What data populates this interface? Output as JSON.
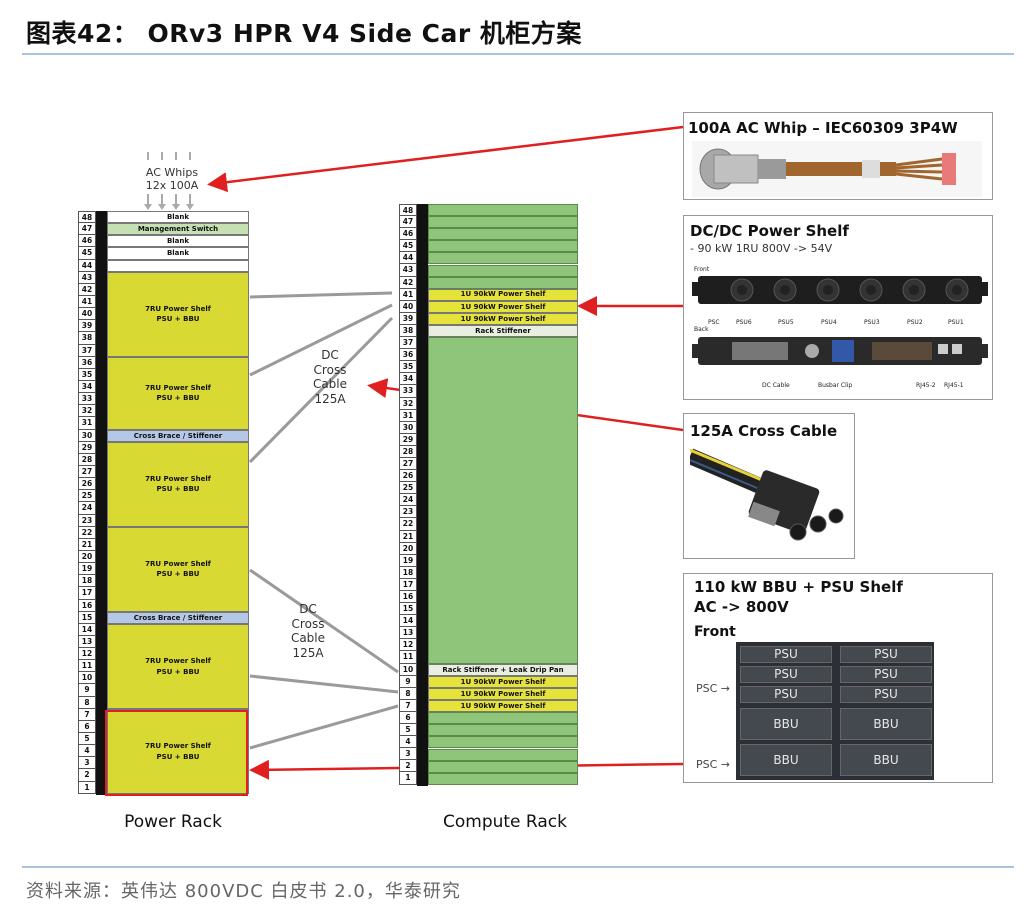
{
  "figure_title": "图表42：  ORv3 HPR V4 Side Car 机柜方案",
  "source": "资料来源：英伟达 800VDC 白皮书 2.0，华泰研究",
  "ac_whips": {
    "line1": "AC Whips",
    "line2": "12x 100A"
  },
  "power_rack": {
    "label": "Power Rack",
    "slots": [
      {
        "text": "Blank"
      },
      {
        "text": "Management Switch"
      },
      {
        "text": "Blank"
      },
      {
        "text": "Blank"
      },
      {
        "text": "7RU Power Shelf\nPSU + BBU"
      },
      {
        "text": "7RU Power Shelf\nPSU + BBU"
      },
      {
        "text": "Cross Brace / Stiffener"
      },
      {
        "text": "7RU Power Shelf\nPSU + BBU"
      },
      {
        "text": "7RU Power Shelf\nPSU + BBU"
      },
      {
        "text": "Cross Brace / Stiffener"
      },
      {
        "text": "7RU Power Shelf\nPSU + BBU"
      },
      {
        "text": "7RU Power Shelf\nPSU + BBU"
      }
    ]
  },
  "compute_rack": {
    "label": "Compute Rack",
    "slots": [
      {
        "text": "1U 90kW Power Shelf"
      },
      {
        "text": "1U 90kW Power Shelf"
      },
      {
        "text": "1U 90kW Power Shelf"
      },
      {
        "text": "Rack Stiffener"
      },
      {
        "text": "Rack Stiffener + Leak Drip Pan"
      },
      {
        "text": "1U 90kW Power Shelf"
      },
      {
        "text": "1U 90kW Power Shelf"
      },
      {
        "text": "1U 90kW Power Shelf"
      }
    ]
  },
  "cross_cable_upper": {
    "l1": "DC",
    "l2": "Cross",
    "l3": "Cable",
    "l4": "125A"
  },
  "cross_cable_lower": {
    "l1": "DC",
    "l2": "Cross",
    "l3": "Cable",
    "l4": "125A"
  },
  "panels": {
    "ac_whip": {
      "title": "100A AC Whip – IEC60309 3P4W"
    },
    "dcdc": {
      "title": "DC/DC Power Shelf",
      "subtitle": "- 90 kW 1RU 800V -> 54V",
      "front": "Front",
      "back": "Back",
      "front_labels": [
        "PSC",
        "PSU6",
        "PSU5",
        "PSU4",
        "PSU3",
        "PSU2",
        "PSU1"
      ],
      "back_labels": [
        "DC Cable",
        "Busbar Clip",
        "RJ45-2",
        "RJ45-1"
      ]
    },
    "cross_cable": {
      "title": "125A Cross Cable"
    },
    "bbu": {
      "title_l1": "110 kW BBU + PSU Shelf",
      "title_l2": "AC -> 800V",
      "front": "Front",
      "psc": "PSC",
      "psu": "PSU",
      "bbu": "BBU"
    }
  },
  "colors": {
    "power_shelf": "#d9d933",
    "compute": "#8fc57a",
    "arrow": "#e02020",
    "cable_gray": "#9a9a9a"
  }
}
